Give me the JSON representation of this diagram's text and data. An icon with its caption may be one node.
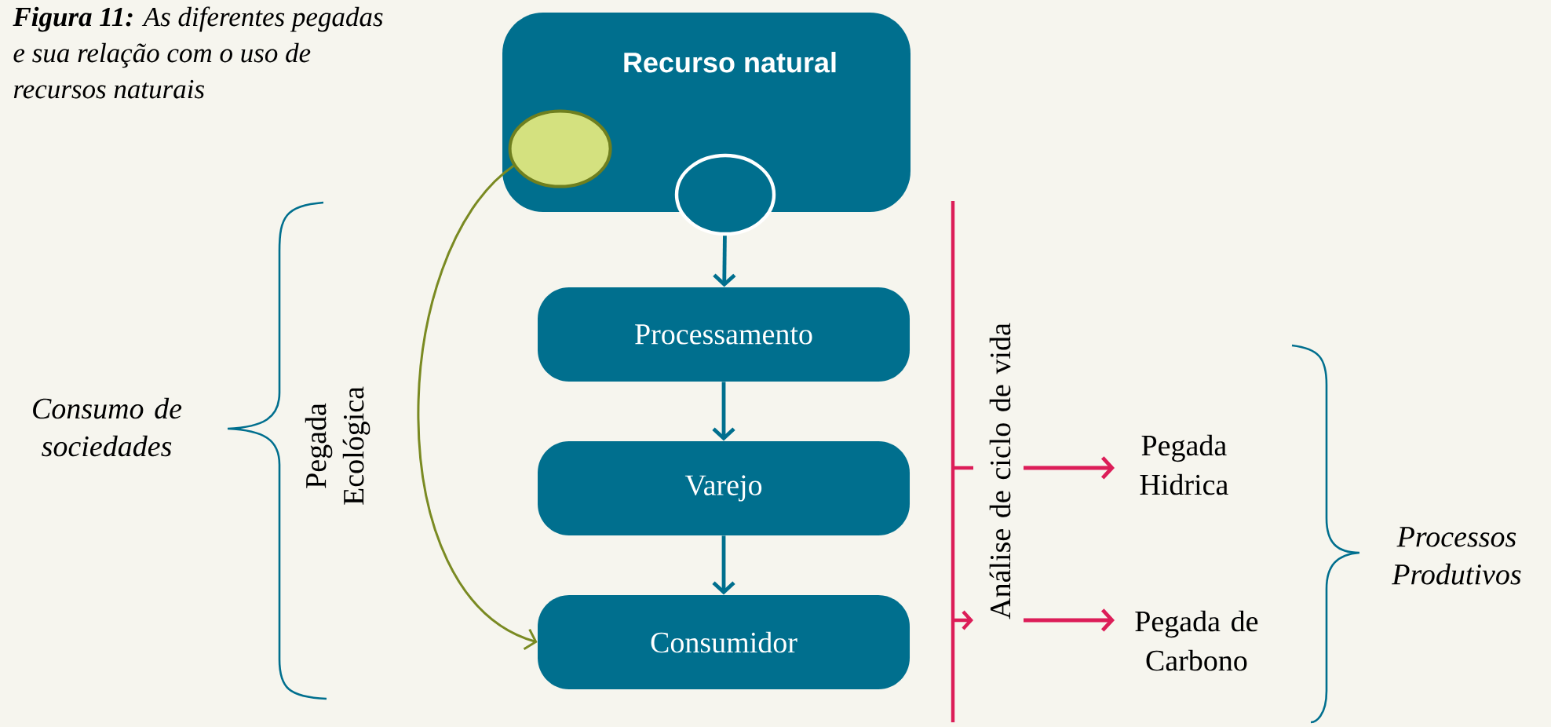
{
  "diagram": {
    "caption": "**Figura 11:** As diferentes pegadas e sua relação com o uso de recursos naturais",
    "nodes": [
      {
        "text": [
          "Recurso natural"
        ]
      },
      {
        "text": [],
        "shape": "circle",
        "in": 0
      },
      {
        "text": [],
        "shape": "circle"
      },
      {
        "text": [
          "Processamento"
        ]
      },
      {
        "text": [
          "Varejo"
        ]
      },
      {
        "text": [
          "Consumidor"
        ]
      },
      {
        "text": [
          "Pegada Hidrica"
        ]
      },
      {
        "text": [
          "Pegada de Carbono"
        ]
      }
    ],
    "edges": [
      {
        "from": 2,
        "to": 3,
        "arrow": "to"
      },
      {
        "from": 3,
        "to": 4,
        "arrow": "to"
      },
      {
        "from": 4,
        "to": 5,
        "arrow": "to"
      },
      {
        "from": 1,
        "to": 5,
        "arrow": "to",
        "color": "#7a8a22"
      },
      {
        "from": null,
        "to": 6,
        "arrow": "to",
        "color": "#dc1d58"
      },
      {
        "from": null,
        "to": 7,
        "arrow": "to",
        "color": "#dc1d58"
      }
    ],
    "labels": [
      "Consumo de sociedades",
      "Pegada Ecológica",
      "Análise de ciclo de vida",
      "Processos Produtivos"
    ]
  }
}
